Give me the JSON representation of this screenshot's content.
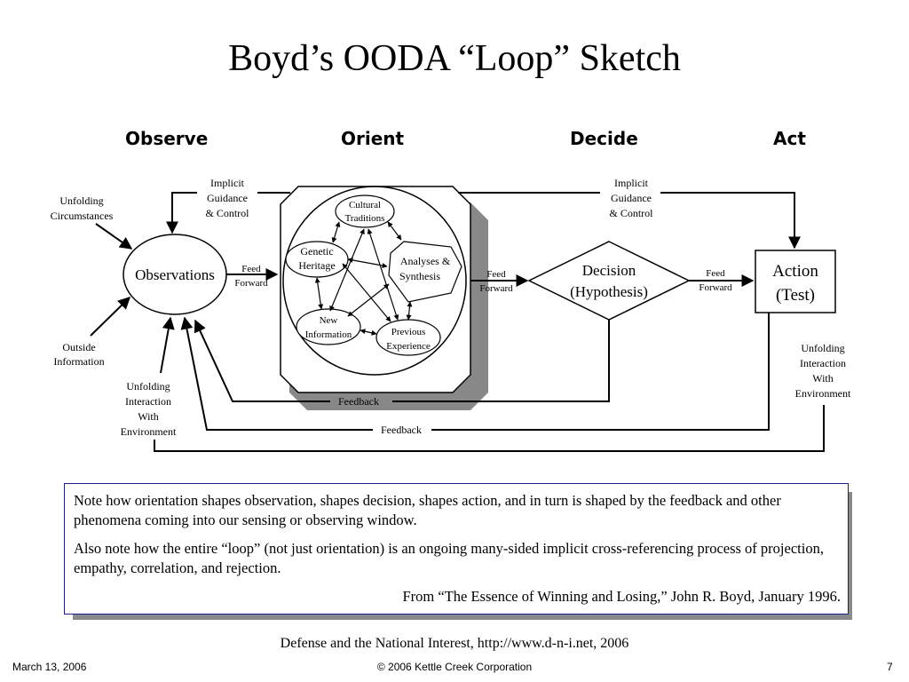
{
  "title": "Boyd’s OODA “Loop” Sketch",
  "phases": {
    "observe": "Observe",
    "orient": "Orient",
    "decide": "Decide",
    "act": "Act"
  },
  "diagram": {
    "unfolding_circumstances": [
      "Unfolding",
      "Circumstances"
    ],
    "outside_information": [
      "Outside",
      "Information"
    ],
    "unfolding_interaction_left": [
      "Unfolding",
      "Interaction",
      "With",
      "Environment"
    ],
    "unfolding_interaction_right": [
      "Unfolding",
      "Interaction",
      "With",
      "Environment"
    ],
    "implicit_guidance_left": [
      "Implicit",
      "Guidance",
      "& Control"
    ],
    "implicit_guidance_right": [
      "Implicit",
      "Guidance",
      "& Control"
    ],
    "observations": "Observations",
    "feed_forward_1": [
      "Feed",
      "Forward"
    ],
    "feed_forward_2": [
      "Feed",
      "Forward"
    ],
    "feed_forward_3": [
      "Feed",
      "Forward"
    ],
    "cultural_traditions": [
      "Cultural",
      "Traditions"
    ],
    "genetic_heritage": [
      "Genetic",
      "Heritage"
    ],
    "analyses_synthesis": [
      "Analyses &",
      "Synthesis"
    ],
    "new_information": [
      "New",
      "Information"
    ],
    "previous_experience": [
      "Previous",
      "Experience"
    ],
    "decision": [
      "Decision",
      "(Hypothesis)"
    ],
    "action": [
      "Action",
      "(Test)"
    ],
    "feedback_1": "Feedback",
    "feedback_2": "Feedback"
  },
  "note": {
    "p1": "Note how orientation shapes observation, shapes decision, shapes action, and in turn is shaped by the feedback and other phenomena coming into our sensing or observing window.",
    "p2": "Also note how the entire “loop” (not just orientation) is an ongoing many-sided implicit cross-referencing process of projection, empathy, correlation, and rejection.",
    "source": "From “The Essence of Winning and Losing,” John R. Boyd, January 1996."
  },
  "footer": {
    "source": "Defense and the National Interest, http://www.d-n-i.net, 2006",
    "date": "March 13, 2006",
    "copyright": "© 2006 Kettle Creek Corporation",
    "page": "7"
  }
}
